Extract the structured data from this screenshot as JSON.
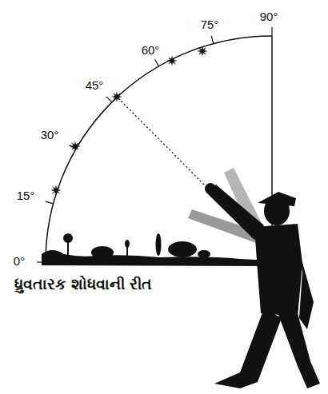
{
  "diagram": {
    "caption": "ધ્રુવતારક શોધવાની રીત",
    "labels": [
      "0°",
      "15°",
      "30°",
      "45°",
      "60°",
      "75°",
      "90°"
    ]
  }
}
